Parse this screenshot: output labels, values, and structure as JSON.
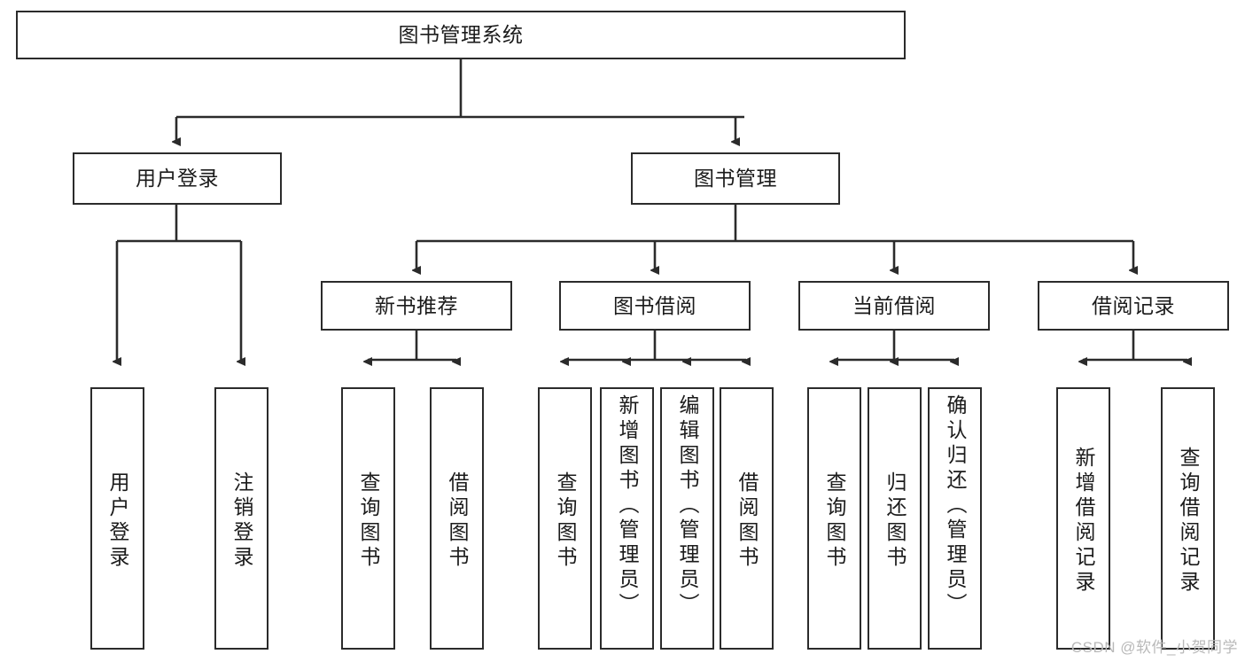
{
  "diagram": {
    "title_node": {
      "label": "图书管理系统"
    },
    "level2": [
      {
        "id": "user-login",
        "label": "用户登录"
      },
      {
        "id": "book-management",
        "label": "图书管理"
      }
    ],
    "level3": [
      {
        "id": "new-book-recommend",
        "label": "新书推荐"
      },
      {
        "id": "book-borrow",
        "label": "图书借阅"
      },
      {
        "id": "current-borrow",
        "label": "当前借阅"
      },
      {
        "id": "borrow-record",
        "label": "借阅记录"
      }
    ],
    "leaves": [
      {
        "id": "leaf-user-login",
        "label": "用户登录",
        "align": "center"
      },
      {
        "id": "leaf-logout-login",
        "label": "注销登录",
        "align": "center"
      },
      {
        "id": "leaf-query-book-1",
        "label": "查询图书",
        "align": "center"
      },
      {
        "id": "leaf-borrow-book-1",
        "label": "借阅图书",
        "align": "center"
      },
      {
        "id": "leaf-query-book-2",
        "label": "查询图书",
        "align": "center"
      },
      {
        "id": "leaf-add-book-admin",
        "label": "新增图书（管理员）",
        "align": "top"
      },
      {
        "id": "leaf-edit-book-admin",
        "label": "编辑图书（管理员）",
        "align": "top"
      },
      {
        "id": "leaf-borrow-book-2",
        "label": "借阅图书",
        "align": "center"
      },
      {
        "id": "leaf-query-book-3",
        "label": "查询图书",
        "align": "center"
      },
      {
        "id": "leaf-return-book",
        "label": "归还图书",
        "align": "center"
      },
      {
        "id": "leaf-confirm-return-admin",
        "label": "确认归还（管理员）",
        "align": "top"
      },
      {
        "id": "leaf-add-borrow-record",
        "label": "新增借阅记录",
        "align": "center"
      },
      {
        "id": "leaf-query-borrow-record",
        "label": "查询借阅记录",
        "align": "center"
      }
    ],
    "watermark": "CSDN @软件_小贺同学",
    "colors": {
      "stroke": "#2b2b2b",
      "text": "#1b1b1b",
      "background": "#ffffff",
      "watermark": "#b9b9b9"
    }
  }
}
